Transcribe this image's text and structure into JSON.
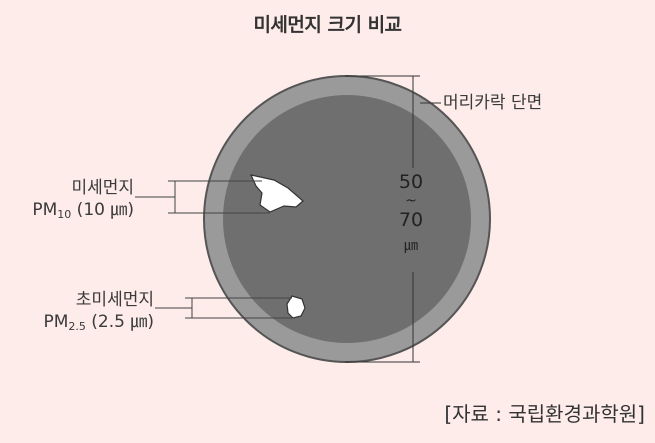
{
  "title": "미세먼지 크기 비교",
  "labels": {
    "hair": "머리카락 단면",
    "pm10_name": "미세먼지",
    "pm10_prefix": "PM",
    "pm10_sub": "10",
    "pm10_size": " (10 ㎛)",
    "pm25_name": "초미세먼지",
    "pm25_prefix": "PM",
    "pm25_sub": "2.5",
    "pm25_size": " (2.5 ㎛)"
  },
  "measure": {
    "from": "50",
    "sep": "~",
    "to": "70",
    "unit": "㎛"
  },
  "source": "[자료 : 국립환경과학원]",
  "colors": {
    "background": "#fdecea",
    "hair_outer": "#9a9a9a",
    "hair_inner": "#6f6f6f",
    "particle": "#ffffff"
  }
}
